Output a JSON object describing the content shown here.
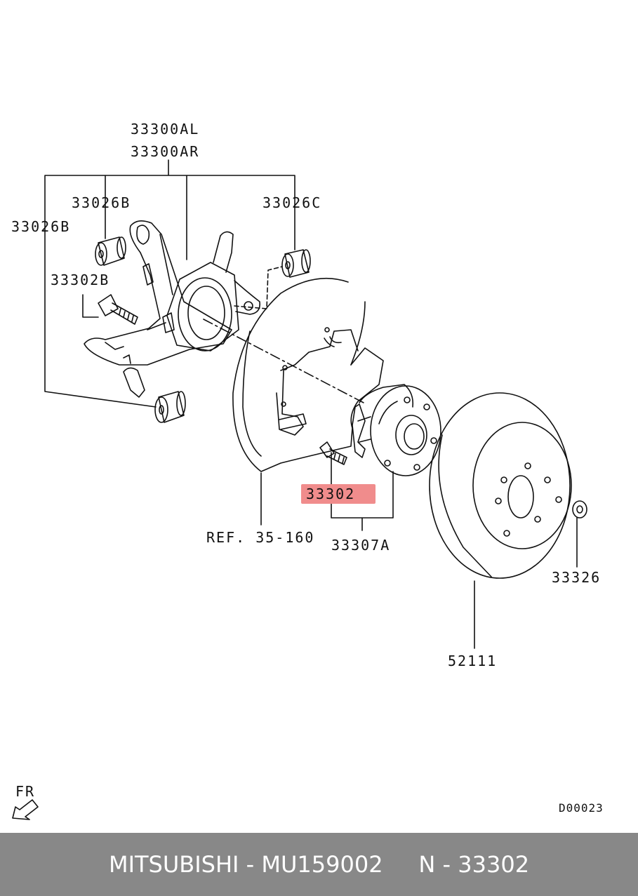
{
  "colors": {
    "highlight": "#f08c8c",
    "footer_bg": "#888888",
    "line": "#111111"
  },
  "labels": {
    "part_33300AL": "33300AL",
    "part_33300AR": "33300AR",
    "part_33026B_inner": "33026B",
    "part_33026B_outer": "33026B",
    "part_33026C": "33026C",
    "part_33302B": "33302B",
    "part_33302": "33302",
    "part_33307A": "33307A",
    "ref": "REF. 35-160",
    "part_33326": "33326",
    "part_52111": "52111",
    "orientation": "FR",
    "drawing_code": "D00023"
  },
  "footer": {
    "text": "MITSUBISHI - MU159002     N - 33302"
  }
}
